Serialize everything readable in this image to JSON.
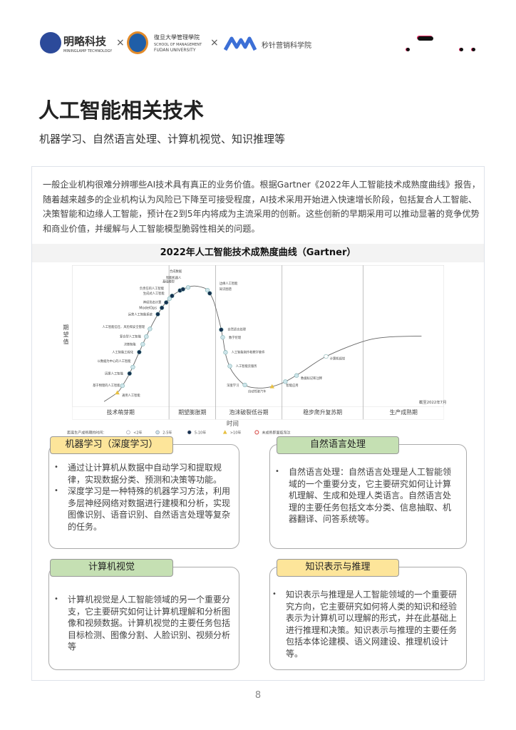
{
  "header": {
    "logo1_name": "明略科技",
    "logo1_sub": "MININGLAMP TECHNOLOGY",
    "times": "×",
    "logo2_name": "復旦大學管理學院",
    "logo2_sub1": "SCHOOL OF MANAGEMENT",
    "logo2_sub2": "FUDAN UNIVERSITY",
    "logo3_name": "秒针营销科学院"
  },
  "title": "人工智能相关技术",
  "subtitle": "机器学习、自然语言处理、计算机视觉、知识推理等",
  "intro": "一般企业机构很难分辨哪些AI技术具有真正的业务价值。根据Gartner《2022年人工智能技术成熟度曲线》报告，随着越来越多的企业机构认为风险已下降至可接受程度，AI技术采用开始进入快速增长阶段，包括复合人工智能、决策智能和边缘人工智能，预计在2到5年内将成为主流采用的创新。这些创新的早期采用可以推动显著的竞争优势和商业价值，并缓解与人工智能模型脆弱性相关的问题。",
  "chart_data": {
    "type": "scatter",
    "title": "2022年人工智能技术成熟度曲线（Gartner）",
    "ylabel": "期望值",
    "xlabel": "时间",
    "phases": [
      "技术萌芽期",
      "期望膨胀期",
      "泡沫破裂低谷期",
      "稳步爬升复苏期",
      "生产成熟期"
    ],
    "note": "截至2022年7月",
    "legend_title": "距离生产成熟期的时间：",
    "legend": [
      {
        "key": "lt2",
        "label": "<2年",
        "color": "#ffffff"
      },
      {
        "key": "2to5",
        "label": "2-5年",
        "color": "#cde4ea"
      },
      {
        "key": "5to10",
        "label": "5-10年",
        "color": "#14304f"
      },
      {
        "key": "gt10",
        "label": ">10年",
        "color": "#e8c040"
      },
      {
        "key": "obsolete",
        "label": "未成熟即面临淘汰",
        "color": "#d9534f"
      }
    ],
    "points": [
      {
        "label": "通用人工智能",
        "phase": "技术萌芽期",
        "time": "gt10"
      },
      {
        "label": "基于物理的人工智能",
        "phase": "技术萌芽期",
        "time": "2to5"
      },
      {
        "label": "因果人工智能",
        "phase": "技术萌芽期",
        "time": "5to10"
      },
      {
        "label": "以数据为中心的人工智能",
        "phase": "技术萌芽期",
        "time": "2to5"
      },
      {
        "label": "人工智能工程化",
        "phase": "技术萌芽期",
        "time": "5to10"
      },
      {
        "label": "决策智能",
        "phase": "技术萌芽期",
        "time": "2to5"
      },
      {
        "label": "复合型人工智能",
        "phase": "技术萌芽期",
        "time": "2to5"
      },
      {
        "label": "人工智能信任、风险和安全管理",
        "phase": "技术萌芽期",
        "time": "2to5"
      },
      {
        "label": "运营人工智能系统",
        "phase": "技术萌芽期",
        "time": "5to10"
      },
      {
        "label": "ModelOps",
        "phase": "技术萌芽期",
        "time": "5to10"
      },
      {
        "label": "神经形态计算",
        "phase": "技术萌芽期",
        "time": "5to10"
      },
      {
        "label": "生成式人工智能",
        "phase": "期望膨胀期",
        "time": "2to5"
      },
      {
        "label": "负责任的人工智能",
        "phase": "期望膨胀期",
        "time": "5to10"
      },
      {
        "label": "基础模型",
        "phase": "期望膨胀期",
        "time": "5to10"
      },
      {
        "label": "智能机器人",
        "phase": "期望膨胀期",
        "time": "5to10"
      },
      {
        "label": "合成数据",
        "phase": "期望膨胀期",
        "time": "2to5"
      },
      {
        "label": "边缘人工智能",
        "phase": "期望膨胀期",
        "time": "2to5"
      },
      {
        "label": "知识图谱",
        "phase": "泡沫破裂低谷期",
        "time": "5to10"
      },
      {
        "label": "自然语言处理",
        "phase": "泡沫破裂低谷期",
        "time": "5to10"
      },
      {
        "label": "数字伦理",
        "phase": "泡沫破裂低谷期",
        "time": "2to5"
      },
      {
        "label": "人工智能制作和教学套件",
        "phase": "泡沫破裂低谷期",
        "time": "2to5"
      },
      {
        "label": "人工智能云服务",
        "phase": "泡沫破裂低谷期",
        "time": "2to5"
      },
      {
        "label": "深度学习",
        "phase": "泡沫破裂低谷期",
        "time": "2to5"
      },
      {
        "label": "自动驾驶汽车",
        "phase": "泡沫破裂低谷期",
        "time": "gt10"
      },
      {
        "label": "智能应用",
        "phase": "稳步爬升复苏期",
        "time": "2to5"
      },
      {
        "label": "数据标记和注释",
        "phase": "稳步爬升复苏期",
        "time": "2to5"
      },
      {
        "label": "计算机视觉",
        "phase": "稳步爬升复苏期",
        "time": "lt2"
      }
    ]
  },
  "cards": [
    {
      "title": "机器学习（深度学习）",
      "color": "#fde59a",
      "bullets": [
        "通过让计算机从数据中自动学习和提取规律，实现数据分类、预测和决策等功能。",
        "深度学习是一种特殊的机器学习方法，利用多层神经网络对数据进行建模和分析，实现图像识别、语音识别、自然语言处理等复杂的任务。"
      ]
    },
    {
      "title": "自然语言处理",
      "color": "#c5e0b3",
      "bullets": [
        "自然语言处理：自然语言处理是人工智能领域的一个重要分支，它主要研究如何让计算机理解、生成和处理人类语言。自然语言处理的主要任务包括文本分类、信息抽取、机器翻译、问答系统等。"
      ]
    },
    {
      "title": "计算机视觉",
      "color": "#c5e0b3",
      "bullets": [
        "计算机视觉是人工智能领域的另一个重要分支，它主要研究如何让计算机理解和分析图像和视频数据。计算机视觉的主要任务包括目标检测、图像分割、人脸识别、视频分析等"
      ]
    },
    {
      "title": "知识表示与推理",
      "color": "#fde59a",
      "bullets": [
        "知识表示与推理是人工智能领域的一个重要研究方向，它主要研究如何将人类的知识和经验表示为计算机可以理解的形式，并在此基础上进行推理和决策。知识表示与推理的主要任务包括本体论建模、语义网建设、推理机设计等。"
      ]
    }
  ],
  "page_number": "8"
}
